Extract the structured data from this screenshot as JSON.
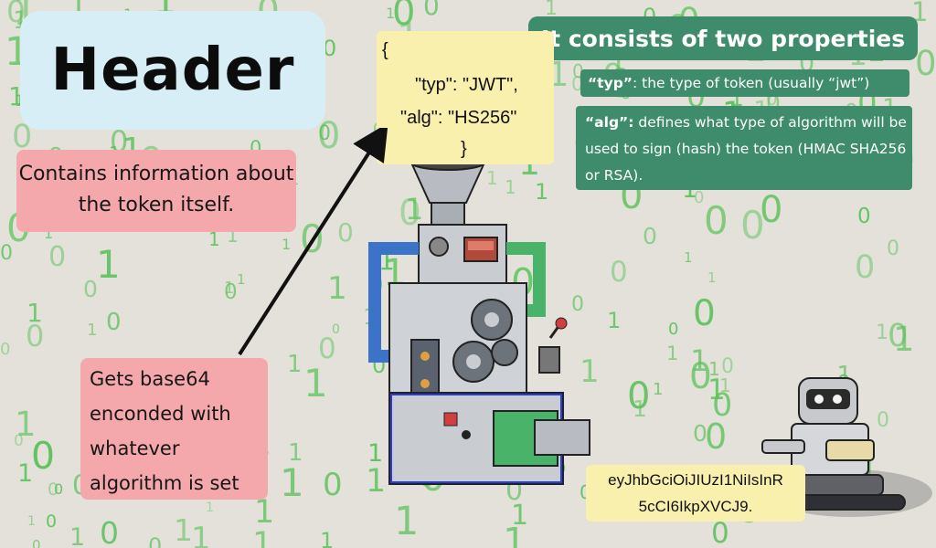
{
  "title": "Header",
  "description": "Contains information about the token itself.",
  "encoding_note": "Gets base64 enconded with whatever algorithm is set",
  "properties": {
    "heading": "It consists of two properties",
    "typ": {
      "key": "“typ”",
      "text": ": the type of token (usually “jwt”)"
    },
    "alg": {
      "key": "“alg”:",
      "text": " defines what type of algorithm will be used to sign (hash) the token (HMAC SHA256 or RSA)."
    }
  },
  "json_example": {
    "open_brace": "{",
    "line1": "\"typ\": \"JWT\",",
    "line2": "\"alg\": \"HS256\"",
    "close_brace": "}"
  },
  "encoded_token": {
    "line1": "eyJhbGciOiJIUzI1NiIsInR",
    "line2": "5cCI6IkpXVCJ9."
  },
  "colors": {
    "background": "#e4e1da",
    "digits": "#5cc25c",
    "title_box": "#d8eef6",
    "pink_box": "#f5a8ac",
    "green_box": "#3e8c6c",
    "yellow_box": "#f9f0ad"
  },
  "icons": [
    "machine-illustration",
    "robot-illustration",
    "arrow-icon"
  ]
}
